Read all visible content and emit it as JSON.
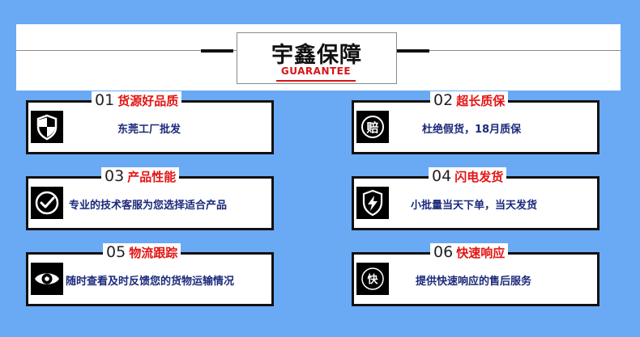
{
  "banner": {
    "title": "宇鑫保障",
    "subtitle": "GUARANTEE"
  },
  "colors": {
    "background": "#6aa9f4",
    "accent_red": "#e51313",
    "desc_blue": "#1b2a7a"
  },
  "cards": [
    {
      "num": "01",
      "title": "货源好品质",
      "desc": "东莞工厂批发",
      "icon": "shield-icon"
    },
    {
      "num": "02",
      "title": "超长质保",
      "desc": "杜绝假货，18月质保",
      "icon": "compensation-icon"
    },
    {
      "num": "03",
      "title": "产品性能",
      "desc": "专业的技术客服为您选择适合产品",
      "icon": "checkmark-circle-icon"
    },
    {
      "num": "04",
      "title": "闪电发货",
      "desc": "小批量当天下单，当天发货",
      "icon": "lightning-shield-icon"
    },
    {
      "num": "05",
      "title": "物流跟踪",
      "desc": "随时查看及时反馈您的货物运输情况",
      "icon": "eye-icon"
    },
    {
      "num": "06",
      "title": "快速响应",
      "desc": "提供快速响应的售后服务",
      "icon": "fast-response-icon"
    }
  ],
  "icon_glyphs": {
    "compensation": "赔",
    "fast": "快"
  }
}
